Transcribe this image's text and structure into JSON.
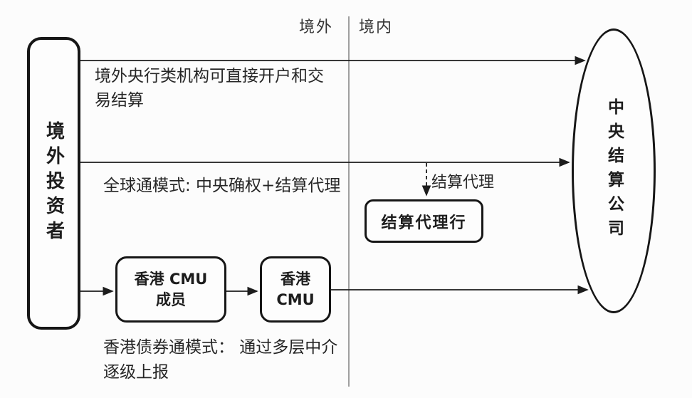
{
  "diagram": {
    "regions": {
      "offshore_label": "境外",
      "onshore_label": "境内"
    },
    "nodes": {
      "investor": "境外投资者",
      "ccdc": "中央结算公司",
      "agent_bank": "结算代理行",
      "cmu_member_line1": "香港 CMU",
      "cmu_member_line2": "成员",
      "cmu_line1": "香港",
      "cmu_line2": "CMU"
    },
    "annotations": {
      "direct_line1": "境外央行类机构可直接开户和交",
      "direct_line2": "易结算",
      "global_mode": "全球通模式: 中央确权+结算代理",
      "agent_label": "结算代理",
      "bond_line1": "香港债券通模式： 通过多层中介",
      "bond_line2": "逐级上报"
    },
    "colors": {
      "stroke": "#1c1c1c",
      "node_border": "#161616",
      "divider": "#828282",
      "background": "#fcfcfc",
      "text": "#262626"
    }
  }
}
